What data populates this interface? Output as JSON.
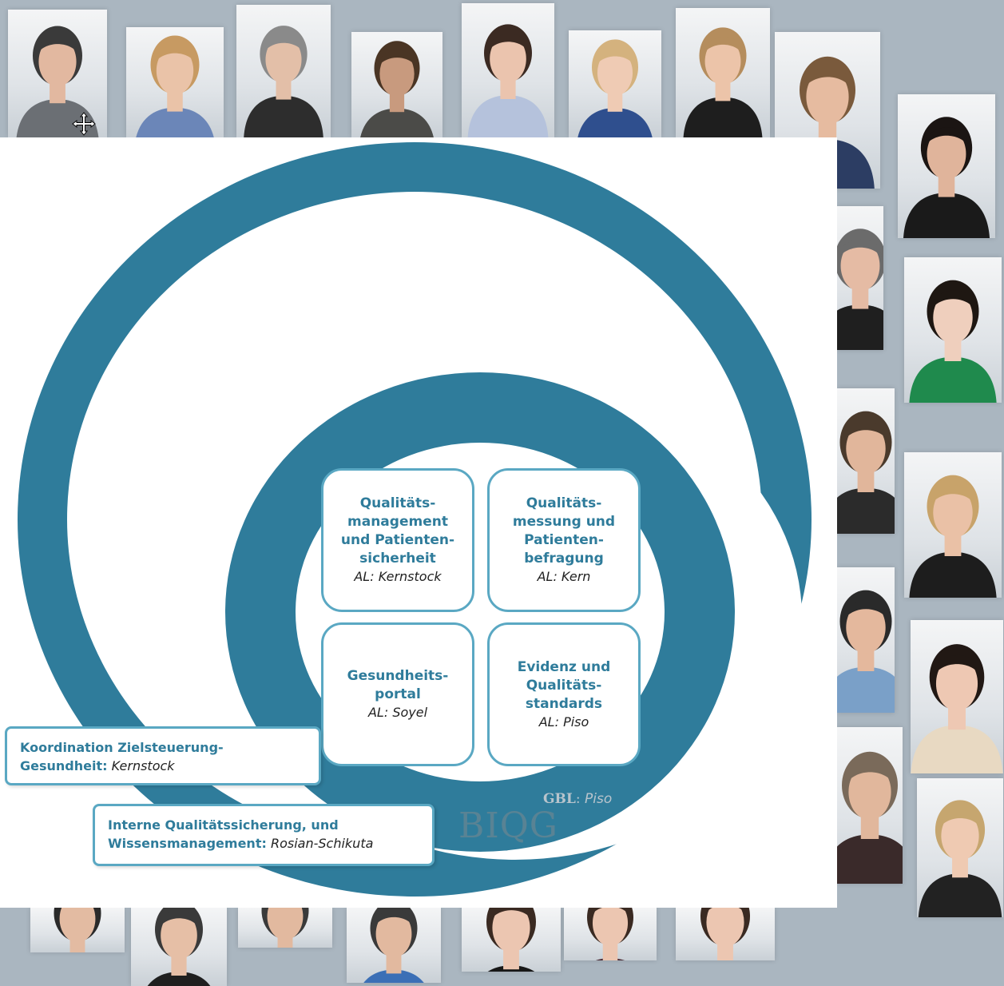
{
  "colors": {
    "ring": "#2f7c9b",
    "box_border": "#5aa8c3",
    "heading_text": "#2f7c9b",
    "background": "#aab6c0"
  },
  "departments": [
    {
      "name": "Qualitäts-\nmanagement\nund Patienten-\nsicherheit",
      "lead_label": "AL:",
      "lead_name": "Kernstock"
    },
    {
      "name": "Qualitäts-\nmessung und\nPatienten-\nbefragung",
      "lead_label": "AL:",
      "lead_name": "Kern"
    },
    {
      "name": "Gesundheits-\nportal",
      "lead_label": "AL:",
      "lead_name": "Soyel"
    },
    {
      "name": "Evidenz und\nQualitäts-\nstandards",
      "lead_label": "AL:",
      "lead_name": "Piso"
    }
  ],
  "callouts": {
    "koordination": {
      "line1": "Koordination Zielsteuerung-",
      "line2_bold": "Gesundheit:",
      "name": "Kernstock"
    },
    "interne": {
      "line1": "Interne Qualitätssicherung, und",
      "line2_bold": "Wissensmanagement:",
      "name": "Rosian-Schikuta"
    }
  },
  "gbl": {
    "label": "GBL",
    "name": "Piso"
  },
  "wordmark": "BIQG",
  "icons": [
    "move-cursor-icon",
    "person-portrait-icon"
  ]
}
